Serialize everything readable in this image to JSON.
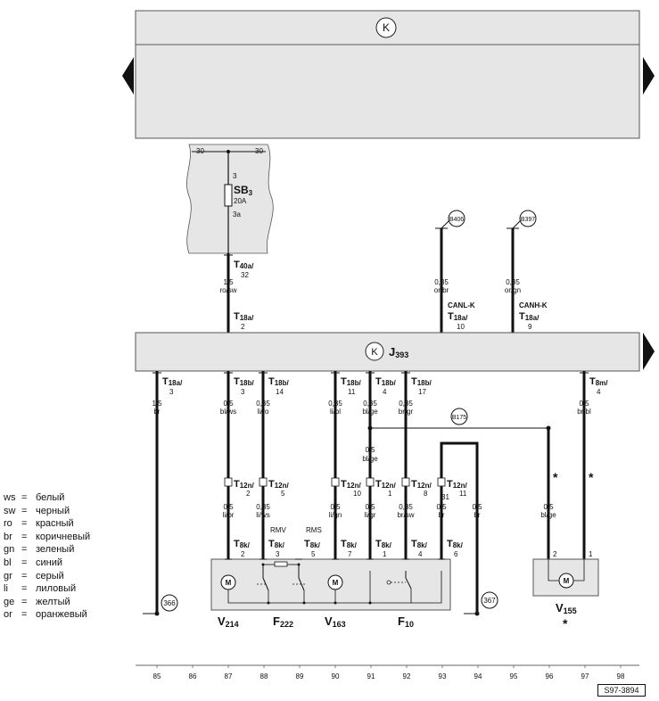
{
  "top_circle": "K",
  "fuse_panel": {
    "left_bus": "30",
    "right_bus": "30"
  },
  "fuse": {
    "name": "SB",
    "sub": "3",
    "rating": "20A",
    "pin_top": "3",
    "pin_bottom": "3a"
  },
  "connector_t40a": {
    "name": "T",
    "sub": "40a/",
    "pin": "32",
    "size": "1,5",
    "color": "ro/sw"
  },
  "connector_t18a_2": {
    "name": "T",
    "sub": "18a/",
    "pin": "2"
  },
  "b406": {
    "label": "B406",
    "size": "0,35",
    "color": "or/br",
    "signal": "CANL-K",
    "t": "T",
    "sub": "18a/",
    "pin": "10"
  },
  "b397": {
    "label": "B397",
    "size": "0,35",
    "color": "or/gn",
    "signal": "CANH-K",
    "t": "T",
    "sub": "18a/",
    "pin": "9"
  },
  "j393": {
    "circle": "K",
    "name": "J",
    "sub": "393"
  },
  "j_outputs": [
    {
      "t": "T",
      "sub": "18a/",
      "pin": "3",
      "size": "1,5",
      "color": "br"
    },
    {
      "t": "T",
      "sub": "18b/",
      "pin": "3",
      "size": "0,5",
      "color": "bl/ws"
    },
    {
      "t": "T",
      "sub": "18b/",
      "pin": "14",
      "size": "0,35",
      "color": "li/ro"
    },
    {
      "t": "T",
      "sub": "18b/",
      "pin": "11",
      "size": "0,35",
      "color": "li/bl"
    },
    {
      "t": "T",
      "sub": "18b/",
      "pin": "4",
      "size": "0,35",
      "color": "bl/ge"
    },
    {
      "t": "T",
      "sub": "18b/",
      "pin": "17",
      "size": "0,35",
      "color": "br/gr"
    },
    {
      "t": "T",
      "sub": "8m/",
      "pin": "4",
      "size": "0,5",
      "color": "br/bl"
    }
  ],
  "b175": "B175",
  "bl_ge_mid": {
    "size": "0,5",
    "color": "bl/ge"
  },
  "t12": [
    {
      "t": "T",
      "sub": "12n/",
      "pin": "2",
      "size": "0,5",
      "color": "li/br"
    },
    {
      "t": "T",
      "sub": "12n/",
      "pin": "5",
      "size": "0,35",
      "color": "li/ws"
    },
    {
      "t": "T",
      "sub": "12n/",
      "pin": "10",
      "size": "0,5",
      "color": "li/gn"
    },
    {
      "t": "T",
      "sub": "12n/",
      "pin": "1",
      "size": "0,5",
      "color": "li/gr"
    },
    {
      "t": "T",
      "sub": "12n/",
      "pin": "8",
      "size": "0,35",
      "color": "br/sw"
    },
    {
      "t": "T",
      "sub": "12n/",
      "pin": "11",
      "size": "0,5",
      "color": "br"
    }
  ],
  "w31": "31",
  "w94": {
    "size": "0,5",
    "color": "br"
  },
  "w96": {
    "size": "0,5",
    "color": "bl/ge"
  },
  "star": "*",
  "t8k": [
    {
      "t": "T",
      "sub": "8k/",
      "pin": "2"
    },
    {
      "t": "T",
      "sub": "8k/",
      "pin": "3"
    },
    {
      "t": "T",
      "sub": "8k/",
      "pin": "5"
    },
    {
      "t": "T",
      "sub": "8k/",
      "pin": "7"
    },
    {
      "t": "T",
      "sub": "8k/",
      "pin": "1"
    },
    {
      "t": "T",
      "sub": "8k/",
      "pin": "4"
    },
    {
      "t": "T",
      "sub": "8k/",
      "pin": "6"
    }
  ],
  "rmv": "RMV",
  "rms": "RMS",
  "motor": "M",
  "v155_pins": [
    "2",
    "1"
  ],
  "grounds": [
    "366",
    "367"
  ],
  "components": [
    {
      "name": "V",
      "sub": "214"
    },
    {
      "name": "F",
      "sub": "222"
    },
    {
      "name": "V",
      "sub": "163"
    },
    {
      "name": "F",
      "sub": "10"
    },
    {
      "name": "V",
      "sub": "155"
    }
  ],
  "legend": [
    {
      "code": "ws",
      "eq": "=",
      "text": "белый"
    },
    {
      "code": "sw",
      "eq": "=",
      "text": "черный"
    },
    {
      "code": "ro",
      "eq": "=",
      "text": "красный"
    },
    {
      "code": "br",
      "eq": "=",
      "text": "коричневый"
    },
    {
      "code": "gn",
      "eq": "=",
      "text": "зеленый"
    },
    {
      "code": "bl",
      "eq": "=",
      "text": "синий"
    },
    {
      "code": "gr",
      "eq": "=",
      "text": "серый"
    },
    {
      "code": "li",
      "eq": "=",
      "text": "лиловый"
    },
    {
      "code": "ge",
      "eq": "=",
      "text": "желтый"
    },
    {
      "code": "or",
      "eq": "=",
      "text": "оранжевый"
    }
  ],
  "columns": [
    "85",
    "86",
    "87",
    "88",
    "89",
    "90",
    "91",
    "92",
    "93",
    "94",
    "95",
    "96",
    "97",
    "98"
  ],
  "ref": "S97-3894"
}
